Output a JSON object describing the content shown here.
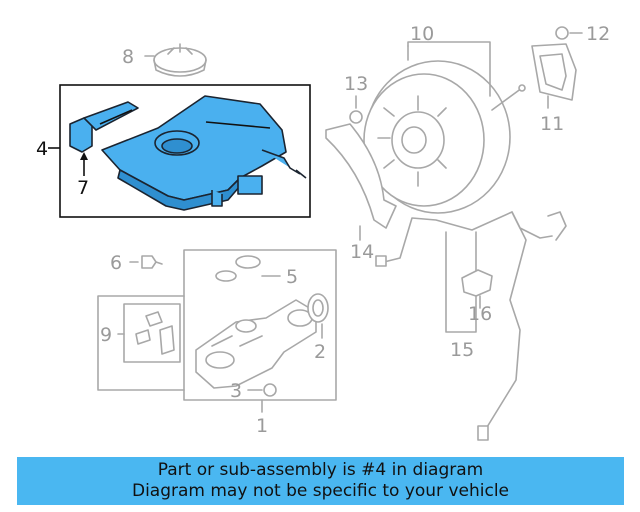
{
  "callouts": {
    "c1": "1",
    "c2": "2",
    "c3": "3",
    "c4": "4",
    "c5": "5",
    "c6": "6",
    "c7": "7",
    "c8": "8",
    "c9": "9",
    "c10": "10",
    "c11": "11",
    "c12": "12",
    "c13": "13",
    "c14": "14",
    "c15": "15",
    "c16": "16"
  },
  "highlight": {
    "part_number": "4",
    "color": "#4ab0ef"
  },
  "banner": {
    "line1": "Part or sub-assembly is #4 in diagram",
    "line2": "Diagram may not be specific to your vehicle",
    "color": "#4ab7f1"
  }
}
